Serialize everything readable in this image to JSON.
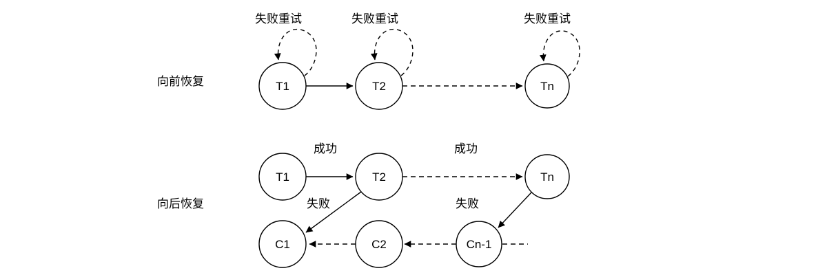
{
  "forward": {
    "row_label": "向前恢复",
    "retry_labels": [
      "失败重试",
      "失败重试",
      "失败重试"
    ],
    "nodes": {
      "t1": "T1",
      "t2": "T2",
      "tn": "Tn"
    }
  },
  "backward": {
    "row_label": "向后恢复",
    "success_labels": [
      "成功",
      "成功"
    ],
    "fail_labels": [
      "失败",
      "失败"
    ],
    "transaction_nodes": {
      "t1": "T1",
      "t2": "T2",
      "tn": "Tn"
    },
    "compensation_nodes": {
      "c1": "C1",
      "c2": "C2",
      "cn1": "Cn-1"
    }
  },
  "colors": {
    "line": "#000000",
    "text": "#000000",
    "background": "#ffffff"
  }
}
